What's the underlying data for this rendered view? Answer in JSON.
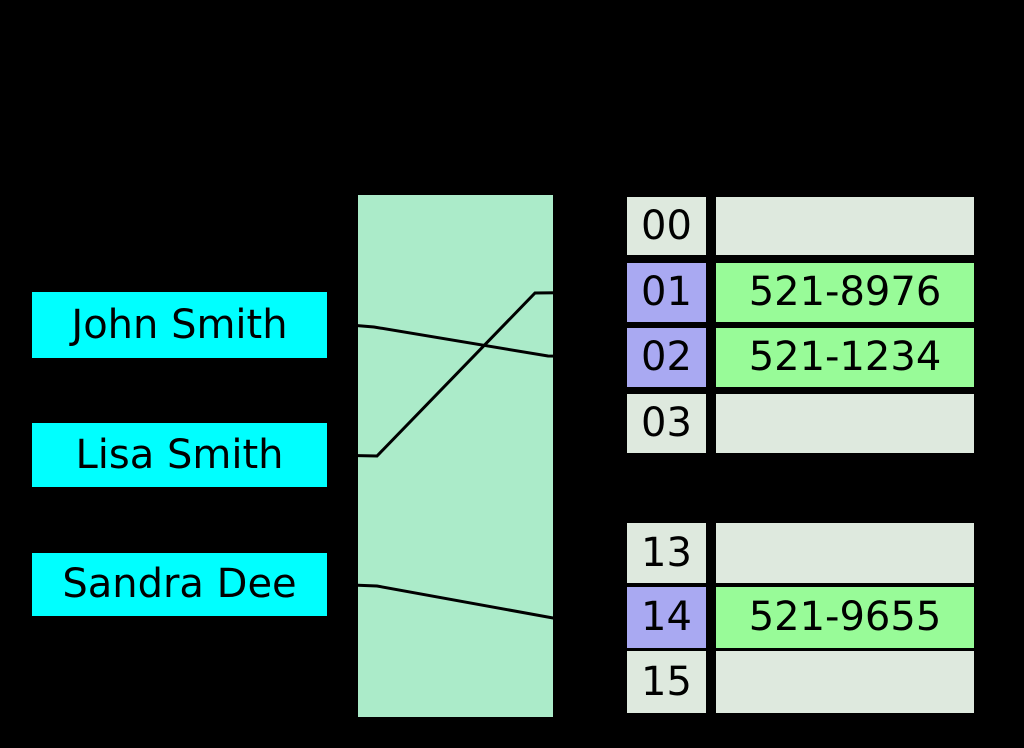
{
  "diagram": {
    "type": "hash-table-illustration",
    "keys": [
      {
        "label": "John Smith",
        "maps_to_index": "02"
      },
      {
        "label": "Lisa Smith",
        "maps_to_index": "01"
      },
      {
        "label": "Sandra Dee",
        "maps_to_index": "14"
      }
    ],
    "buckets": {
      "group1": [
        {
          "index": "00",
          "value": "",
          "occupied": false
        },
        {
          "index": "01",
          "value": "521-8976",
          "occupied": true
        },
        {
          "index": "02",
          "value": "521-1234",
          "occupied": true
        },
        {
          "index": "03",
          "value": "",
          "occupied": false
        }
      ],
      "group2": [
        {
          "index": "13",
          "value": "",
          "occupied": false
        },
        {
          "index": "14",
          "value": "521-9655",
          "occupied": true
        },
        {
          "index": "15",
          "value": "",
          "occupied": false
        }
      ]
    },
    "colors": {
      "background": "#000000",
      "key_box": "#00FFFF",
      "hash_function_box": "#ABEBC9",
      "empty_cell": "#DEE9DE",
      "occupied_index_cell": "#A9A9F2",
      "occupied_value_cell": "#98FB98",
      "line": "#000000",
      "text": "#000000"
    }
  }
}
